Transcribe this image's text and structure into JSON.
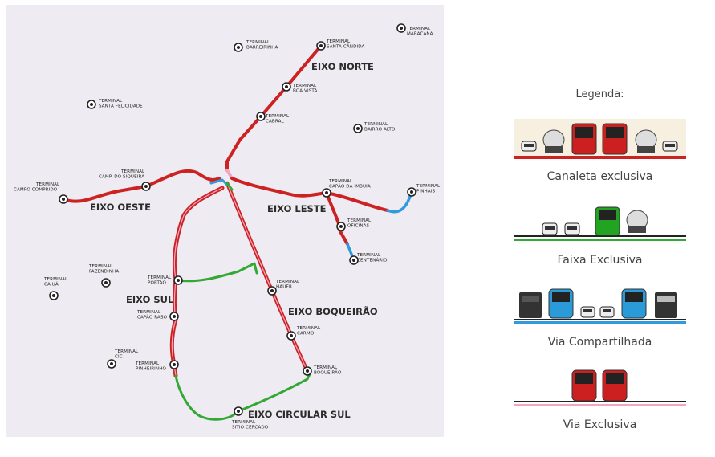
{
  "map": {
    "axes": [
      {
        "id": "norte",
        "label": "EIXO NORTE"
      },
      {
        "id": "oeste",
        "label": "EIXO OESTE"
      },
      {
        "id": "leste",
        "label": "EIXO LESTE"
      },
      {
        "id": "sul",
        "label": "EIXO SUL"
      },
      {
        "id": "boqueirao",
        "label": "EIXO BOQUEIRÃO"
      },
      {
        "id": "circular",
        "label": "EIXO CIRCULAR SUL"
      }
    ],
    "terminals": [
      {
        "id": "maracana",
        "l1": "TERMINAL",
        "l2": "MARACANÃ"
      },
      {
        "id": "santa-candida",
        "l1": "TERMINAL",
        "l2": "SANTA CÂNDIDA"
      },
      {
        "id": "barreirinha",
        "l1": "TERMINAL",
        "l2": "BARREIRINHA"
      },
      {
        "id": "boa-vista",
        "l1": "TERMINAL",
        "l2": "BOA VISTA"
      },
      {
        "id": "santa-felicidade",
        "l1": "TERMINAL",
        "l2": "SANTA FELICIDADE"
      },
      {
        "id": "cabral",
        "l1": "TERMINAL",
        "l2": "CABRAL"
      },
      {
        "id": "bairro-alto",
        "l1": "TERMINAL",
        "l2": "BAIRRO ALTO"
      },
      {
        "id": "campo-comprido",
        "l1": "TERMINAL",
        "l2": "CAMPO COMPRIDO"
      },
      {
        "id": "campina-siqueira",
        "l1": "TERMINAL",
        "l2": "CAMP. DO SIQUEIRA"
      },
      {
        "id": "capao-imbuia",
        "l1": "TERMINAL",
        "l2": "CAPÃO DA IMBUIA"
      },
      {
        "id": "pinhais",
        "l1": "TERMINAL",
        "l2": "PINHAIS"
      },
      {
        "id": "oficinas",
        "l1": "TERMINAL",
        "l2": "OFICINAS"
      },
      {
        "id": "centenario",
        "l1": "TERMINAL",
        "l2": "CENTENÁRIO"
      },
      {
        "id": "fazendinha",
        "l1": "TERMINAL",
        "l2": "FAZENDINHA"
      },
      {
        "id": "caiua",
        "l1": "TERMINAL",
        "l2": "CAIUÁ"
      },
      {
        "id": "portao",
        "l1": "TERMINAL",
        "l2": "PORTÃO"
      },
      {
        "id": "hauer",
        "l1": "TERMINAL",
        "l2": "HAUER"
      },
      {
        "id": "capao-raso",
        "l1": "TERMINAL",
        "l2": "CAPÃO RASO"
      },
      {
        "id": "carmo",
        "l1": "TERMINAL",
        "l2": "CARMO"
      },
      {
        "id": "cic",
        "l1": "TERMINAL",
        "l2": "CIC"
      },
      {
        "id": "pinheirinho",
        "l1": "TERMINAL",
        "l2": "PINHEIRINHO"
      },
      {
        "id": "boqueirao",
        "l1": "TERMINAL",
        "l2": "BOQUEIRÃO"
      },
      {
        "id": "sitio-cercado",
        "l1": "TERMINAL",
        "l2": "SITIO CERCADO"
      }
    ],
    "colors": {
      "canaleta": "#cc2222",
      "faixa": "#33a833",
      "compartilhada": "#3399dd",
      "exclusiva": "#f2a6c2"
    }
  },
  "legend": {
    "title": "Legenda:",
    "items": [
      {
        "id": "canaleta",
        "caption": "Canaleta exclusiva"
      },
      {
        "id": "faixa",
        "caption": "Faixa Exclusiva"
      },
      {
        "id": "compartilhada",
        "caption": "Via Compartilhada"
      },
      {
        "id": "exclusiva",
        "caption": "Via Exclusiva"
      }
    ]
  }
}
